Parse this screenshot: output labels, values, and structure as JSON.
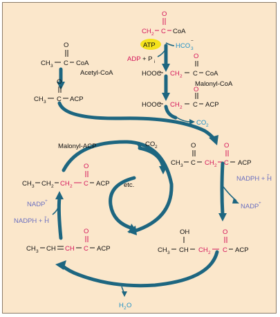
{
  "molecules": {
    "malonyl_coa_top": {
      "ch2": "CH",
      "sub2": "2",
      "c": "C",
      "coa": "CoA",
      "o": "O"
    },
    "atp": "ATP",
    "hco3": "HCO",
    "hco3_sub": "3",
    "hco3_sup": "−",
    "adp": "ADP",
    "pi": "+ P",
    "pi_sub": "i",
    "hooc1": "HOOC",
    "malonyl_ch2": "CH",
    "malonyl_coa_label": "Malonyl-CoA",
    "coa2": "CoA",
    "hooc2": "HOOC",
    "acp2": "ACP",
    "co2_right": "CO",
    "co2_right_sub": "2",
    "acetyl_ch3": "CH",
    "acetyl_ch3_sub": "3",
    "acetyl_coa": "CoA",
    "acetyl_coa_label": "Acetyl-CoA",
    "acetyl_acp_ch3": "CH",
    "acetyl_acp": "ACP",
    "malonyl_acp_label": "Malonyl-ACP",
    "co2_mid": "CO",
    "co2_mid_sub": "2",
    "ketoacyl_ch3": "CH",
    "ketoacyl_acp": "ACP",
    "nadph_right": "NADPH + H",
    "nadph_right_sup": "+",
    "nadp_right": "NADP",
    "nadp_right_sup": "+",
    "butyryl_ch3": "CH",
    "butyryl_ch2": "CH",
    "butyryl_acp": "ACP",
    "etc": "etc.",
    "nadp_left": "NADP",
    "nadp_left_sup": "+",
    "nadph_left": "NADPH + H",
    "nadph_left_sup": "+",
    "enoyl_ch3": "CH",
    "enoyl_ch": "CH",
    "enoyl_ch_red": "CH",
    "enoyl_acp": "ACP",
    "hydroxy_oh": "OH",
    "hydroxy_ch3": "CH",
    "hydroxy_ch": "CH",
    "hydroxy_acp": "ACP",
    "water": "H",
    "water_sub": "2",
    "water_o": "O"
  },
  "colors": {
    "background": "#fbe7cb",
    "arrow": "#1d6680",
    "red": "#d4145a",
    "blue": "#1a8fc7",
    "atp_highlight": "#f4e21c"
  }
}
